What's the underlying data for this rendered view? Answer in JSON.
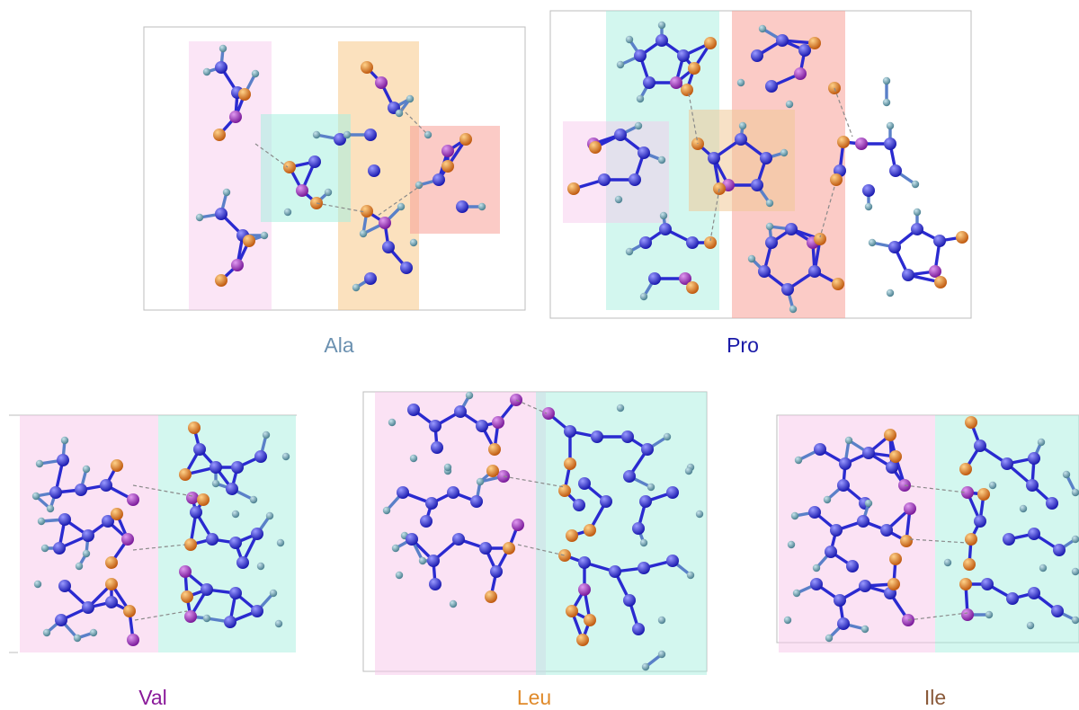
{
  "panels": [
    {
      "id": "ala",
      "label": "Ala",
      "label_color": "#6a90b0"
    },
    {
      "id": "pro",
      "label": "Pro",
      "label_color": "#1a1aa8"
    },
    {
      "id": "val",
      "label": "Val",
      "label_color": "#8a1a9a"
    },
    {
      "id": "leu",
      "label": "Leu",
      "label_color": "#e08a2a"
    },
    {
      "id": "ile",
      "label": "Ile",
      "label_color": "#8a5a3a"
    }
  ],
  "colors": {
    "carbon": "#2a2ad0",
    "hydrogen": "#5f8fa0",
    "oxygen": "#e07820",
    "nitrogen": "#9a2ab8",
    "highlight_pink": "#f7c6ea",
    "highlight_cyan": "#a8f0e0",
    "highlight_orange": "#f8c888",
    "highlight_red": "#f7a098",
    "highlight_peach": "#f0c898",
    "frame": "#bdbdbd",
    "hbond": "#8a8a8a"
  }
}
